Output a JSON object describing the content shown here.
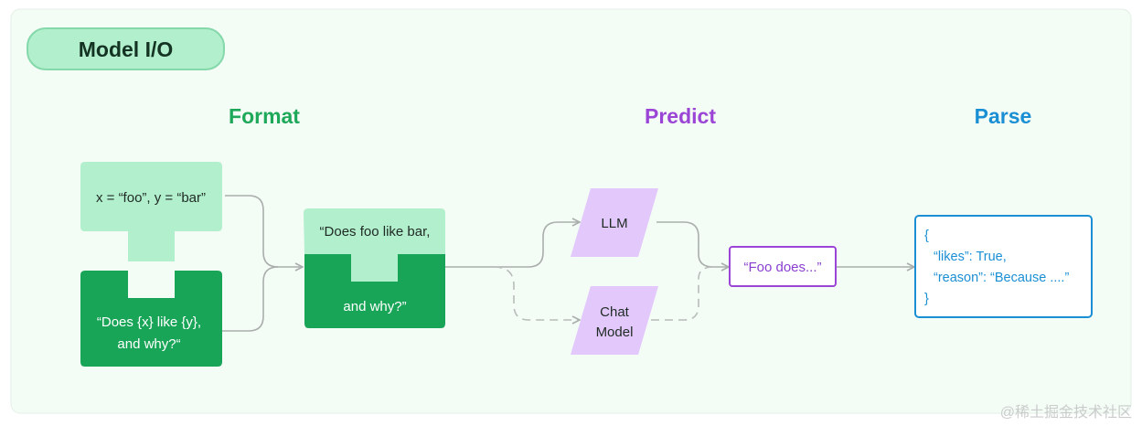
{
  "title": "Model I/O",
  "sections": {
    "format": "Format",
    "predict": "Predict",
    "parse": "Parse"
  },
  "format": {
    "variables": "x = “foo”, y = “bar”",
    "template_line1": "“Does {x} like {y},",
    "template_line2": "and why?“",
    "prompt_line1": "“Does foo like bar,",
    "prompt_line2": "and why?”"
  },
  "predict": {
    "llm": "LLM",
    "chat_line1": "Chat",
    "chat_line2": "Model",
    "output": "“Foo does...”"
  },
  "parse": {
    "open_brace": "{",
    "line1": "“likes”: True,",
    "line2": "“reason”: “Because ....”",
    "close_brace": "}"
  },
  "watermark": "@稀土掘金技术社区",
  "colors": {
    "background": "#f4fcf6",
    "format": "#1ea85a",
    "predict": "#9b45d6",
    "parse": "#1a8fd4",
    "light_green": "#b2efcd",
    "dark_green": "#19a557",
    "lavender": "#e2c8fb"
  }
}
